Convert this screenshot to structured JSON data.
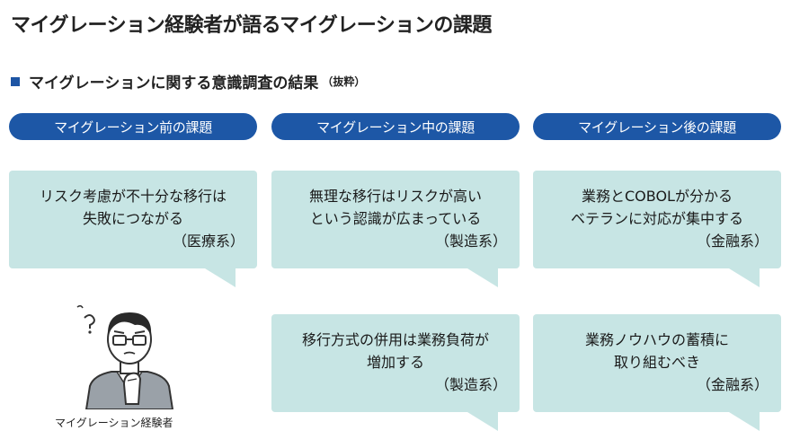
{
  "title": "マイグレーション経験者が語るマイグレーションの課題",
  "subtitle": {
    "main": "マイグレーションに関する意識調査の結果",
    "note": "（抜粋）"
  },
  "headers": [
    "マイグレーション前の課題",
    "マイグレーション中の課題",
    "マイグレーション後の課題"
  ],
  "cards": {
    "before_1": {
      "lines": [
        "リスク考慮が不十分な移行は",
        "失敗につながる"
      ],
      "tag": "（医療系）"
    },
    "during_1": {
      "lines": [
        "無理な移行はリスクが高い",
        "という認識が広まっている"
      ],
      "tag": "（製造系）"
    },
    "after_1": {
      "lines": [
        "業務とCOBOLが分かる",
        "ベテランに対応が集中する"
      ],
      "tag": "（金融系）"
    },
    "during_2": {
      "lines": [
        "移行方式の併用は業務負荷が",
        "増加する"
      ],
      "tag": "（製造系）"
    },
    "after_2": {
      "lines": [
        "業務ノウハウの蓄積に",
        "取り組むべき"
      ],
      "tag": "（金融系）"
    }
  },
  "person_label": "マイグレーション経験者",
  "colors": {
    "header_blue": "#1d57a6",
    "card_teal": "#c7e5e4",
    "marker_blue": "#1d55a4"
  },
  "icons": {
    "person": "worried-businessman-icon"
  }
}
